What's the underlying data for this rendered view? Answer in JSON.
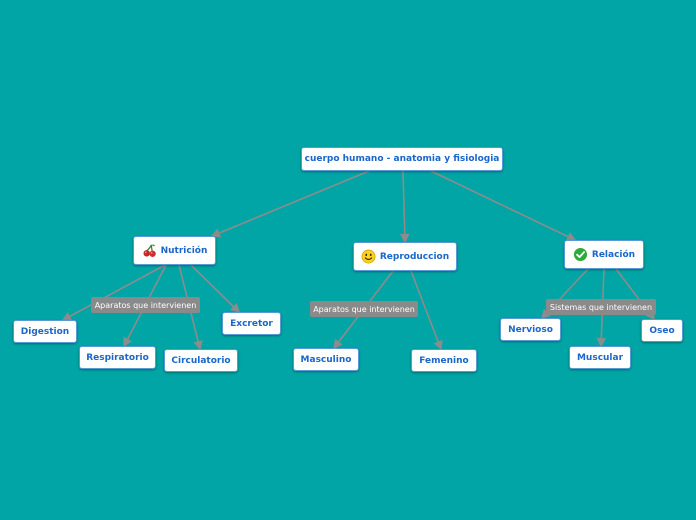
{
  "colors": {
    "background": "#01a5a5",
    "node_text": "#1b66c9",
    "node_border": "#5b9bd5",
    "connector": "#8c8c8c",
    "label_bg": "#8a8a8a"
  },
  "root": {
    "label": "cuerpo humano - anatomia y fisiologia"
  },
  "branches": {
    "nutricion": {
      "label": "Nutrición",
      "icon": "cherries-icon",
      "connector_label": "Aparatos que intervienen",
      "children": [
        "Digestion",
        "Respiratorio",
        "Circulatorio",
        "Excretor"
      ]
    },
    "reproduccion": {
      "label": "Reproduccion",
      "icon": "smiley-face-icon",
      "connector_label": "Aparatos que intervienen",
      "children": [
        "Masculino",
        "Femenino"
      ]
    },
    "relacion": {
      "label": "Relación",
      "icon": "green-check-icon",
      "connector_label": "Sistemas que intervienen",
      "children": [
        "Nervioso",
        "Muscular",
        "Oseo"
      ]
    }
  }
}
